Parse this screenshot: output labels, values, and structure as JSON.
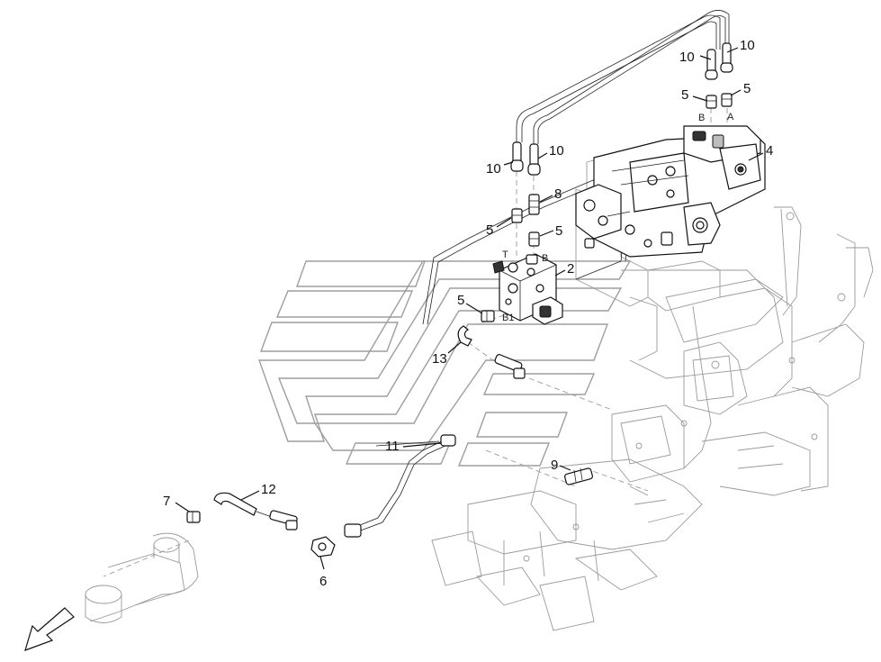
{
  "callouts": {
    "c1": "10",
    "c2": "10",
    "c3": "5",
    "c4": "5",
    "c5": "B",
    "c6": "A",
    "c7": "10",
    "c8": "10",
    "c9": "4",
    "c10": "8",
    "c11": "5",
    "c12": "5",
    "c13": "T",
    "c14": "B",
    "c15": "2",
    "c16": "5",
    "c17": "B1",
    "c18": "13",
    "c19": "11",
    "c20": "9",
    "c21": "7",
    "c22": "12",
    "c23": "6"
  },
  "colors": {
    "ink": "#111111",
    "ghost": "#9a9a9a",
    "background": "#ffffff"
  }
}
